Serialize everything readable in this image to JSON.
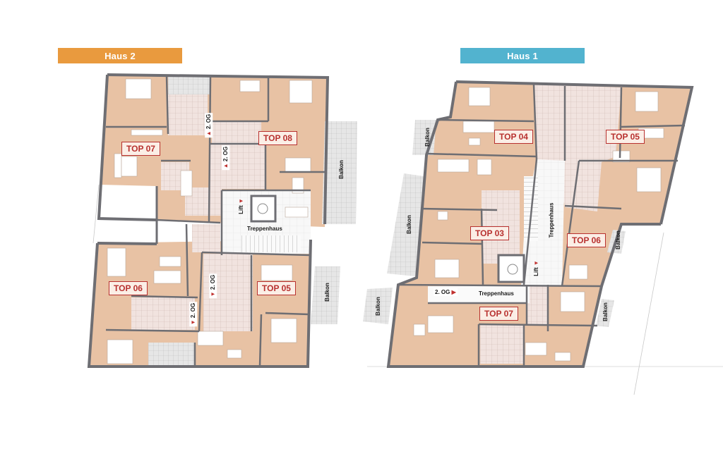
{
  "colors": {
    "haus2_header": "#e99a3e",
    "haus1_header": "#52b3cf",
    "room_fill": "#e8c2a4",
    "wall": "#6e6e73",
    "wet_fill": "#f0e4e0",
    "balcony_fill": "#e4e4e4",
    "stair_fill": "#f7f7f7",
    "label_red": "#b8312f"
  },
  "houses": [
    {
      "name": "Haus 2",
      "units": [
        {
          "label": "TOP 07"
        },
        {
          "label": "TOP 08"
        },
        {
          "label": "TOP 06"
        },
        {
          "label": "TOP 05"
        }
      ],
      "rooms": {
        "stairwell": "Treppenhaus",
        "lift": "Lift",
        "balconies": [
          "Balkon",
          "Balkon"
        ]
      },
      "floor_markers": [
        "2. OG",
        "2. OG",
        "2. OG",
        "2. OG"
      ]
    },
    {
      "name": "Haus 1",
      "units": [
        {
          "label": "TOP 04"
        },
        {
          "label": "TOP 05"
        },
        {
          "label": "TOP 03"
        },
        {
          "label": "TOP 06"
        },
        {
          "label": "TOP 07"
        }
      ],
      "rooms": {
        "stairwell_vertical": "Treppenhaus",
        "stairwell_horizontal": "Treppenhaus",
        "lift": "Lift",
        "balconies": [
          "Balkon",
          "Balkon",
          "Balkon",
          "Balkon",
          "Balkon"
        ]
      },
      "floor_markers": [
        "2. OG"
      ]
    }
  ]
}
